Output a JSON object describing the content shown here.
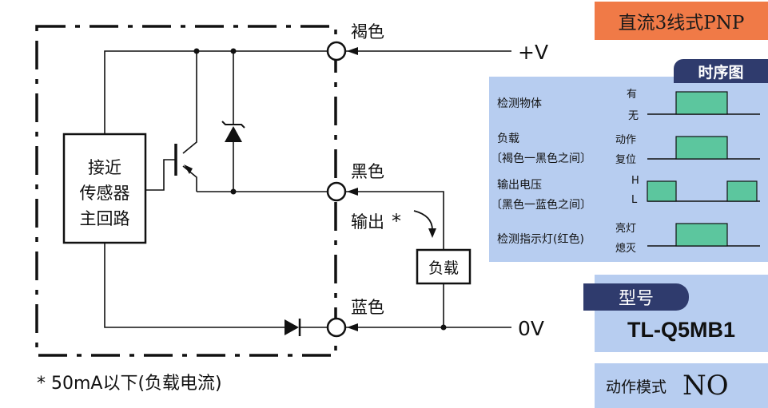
{
  "circuit": {
    "wire_labels": {
      "brown": "褐色",
      "black": "黑色",
      "blue": "蓝色"
    },
    "power_labels": {
      "positive": "+V",
      "zero": "0V"
    },
    "main_circuit_lines": [
      "接近",
      "传感器",
      "主回路"
    ],
    "output_label": "输出",
    "asterisk": "*",
    "load_label": "负载",
    "footnote": "* 50mA以下(负载电流)"
  },
  "header": {
    "title": "直流3线式PNP"
  },
  "timing": {
    "tab_label": "时序图",
    "rows": [
      {
        "label": "检测物体",
        "sublabel": "",
        "high": "有",
        "low": "无"
      },
      {
        "label": "负载",
        "sublabel": "〔褐色一黑色之间〕",
        "high": "动作",
        "low": "复位"
      },
      {
        "label": "输出电压",
        "sublabel": "〔黑色一蓝色之间〕",
        "high": "H",
        "low": "L"
      },
      {
        "label": "检测指示灯(红色)",
        "sublabel": "",
        "high": "亮灯",
        "low": "熄灭"
      }
    ],
    "fill_color": "#5cc69e"
  },
  "model": {
    "tab_label": "型号",
    "value": "TL-Q5MB1"
  },
  "mode": {
    "label": "动作模式",
    "value": "NO"
  },
  "colors": {
    "header_bg": "#f07a47",
    "panel_bg": "#b7cdf0",
    "tab_bg": "#2f3b6d"
  }
}
